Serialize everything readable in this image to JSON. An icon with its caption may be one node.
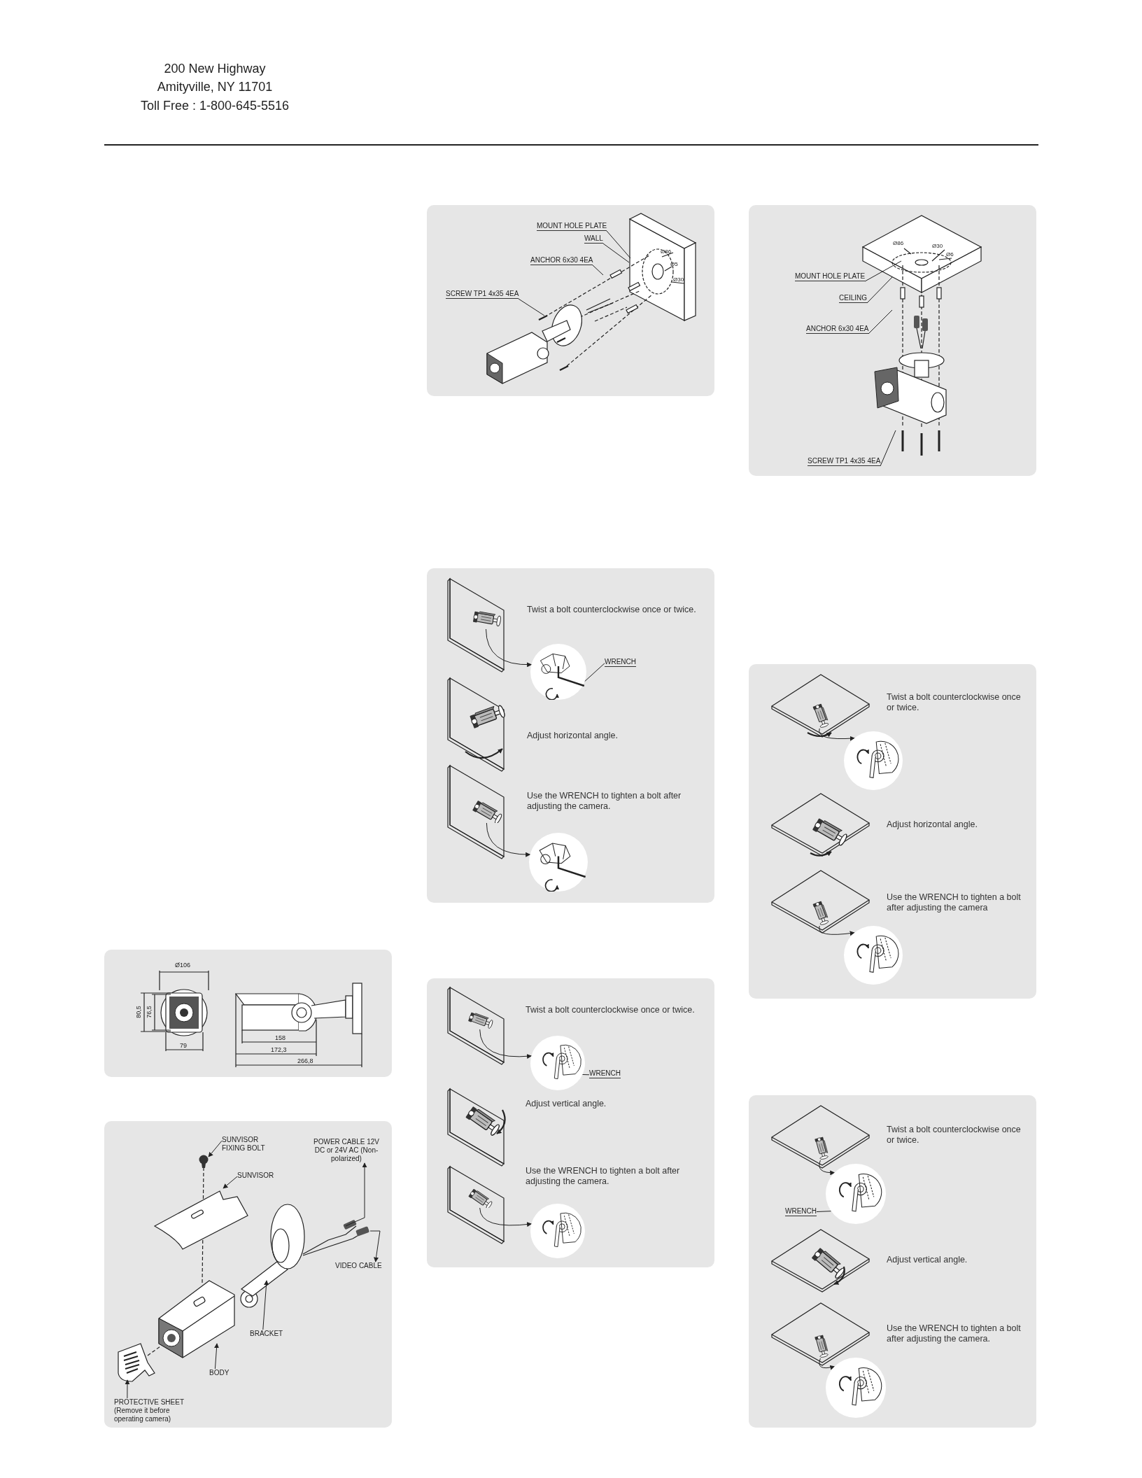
{
  "diagram": {
    "nodes": [
      {
        "text": [],
        "shape": "box"
      },
      {
        "text": [],
        "shape": "box"
      },
      {
        "text": [
          "SUNVISOR FIXING BOLT"
        ],
        "in": 1
      },
      {
        "text": [
          "SUNVISOR"
        ],
        "in": 1
      },
      {
        "text": [
          "POWER CABLE 12V DC or 24V AC (Non-polarized)"
        ],
        "in": 1
      },
      {
        "text": [
          "VIDEO CABLE"
        ],
        "in": 1
      },
      {
        "text": [
          "BRACKET"
        ],
        "in": 1
      },
      {
        "text": [
          "BODY"
        ],
        "in": 1
      },
      {
        "text": [
          "PROTECTIVE SHEET (Remove it before operating camera)"
        ],
        "in": 1
      },
      {
        "text": [],
        "shape": "box"
      },
      {
        "text": [
          "MOUNT HOLE PLATE"
        ],
        "in": 9
      },
      {
        "text": [
          "WALL"
        ],
        "in": 9
      },
      {
        "text": [
          "ANCHOR 6x30 4EA"
        ],
        "in": 9
      },
      {
        "text": [
          "SCREW TP1 4x35 4EA"
        ],
        "in": 9
      },
      {
        "text": [
          "Twist a bolt counterclockwise once or twice.",
          "Adjust horizontal angle.",
          "Use the WRENCH to tighten a bolt after adjusting the camera."
        ]
      },
      {
        "text": [],
        "shape": "picture",
        "in": 14
      },
      {
        "text": [],
        "shape": "circle",
        "in": 14
      },
      {
        "text": [
          "WRENCH"
        ],
        "in": 14
      },
      {
        "text": [],
        "shape": "picture",
        "in": 14
      },
      {
        "text": [],
        "shape": "circle",
        "in": 14
      },
      {
        "text": [
          "Twist a bolt counterclockwise once or twice.",
          "Adjust vertical angle.",
          "Use the WRENCH to tighten a bolt after adjusting the camera."
        ]
      },
      {
        "text": [],
        "shape": "picture",
        "in": 20
      },
      {
        "text": [],
        "shape": "circle",
        "in": 20
      },
      {
        "text": [
          "WRENCH"
        ],
        "in": 20
      },
      {
        "text": [],
        "shape": "picture",
        "in": 20
      },
      {
        "text": [],
        "shape": "circle",
        "in": 20
      },
      {
        "text": [],
        "shape": "box"
      },
      {
        "text": [
          "MOUNT HOLE PLATE"
        ],
        "in": 26
      },
      {
        "text": [
          "CEILING"
        ],
        "in": 26
      },
      {
        "text": [
          "ANCHOR 6x30 4EA"
        ],
        "in": 26
      },
      {
        "text": [
          "SCREW TP1 4x35 4EA"
        ],
        "in": 26
      },
      {
        "text": [
          "Twist a bolt counterclockwise once or twice.",
          "Adjust horizontal angle.",
          "Use the WRENCH to tighten a bolt after adjusting the camera"
        ]
      },
      {
        "text": [],
        "shape": "picture",
        "in": 31
      },
      {
        "text": [],
        "shape": "circle",
        "in": 31
      },
      {
        "text": [],
        "shape": "picture",
        "in": 31
      },
      {
        "text": [],
        "shape": "circle",
        "in": 31
      },
      {
        "text": [
          "Twist a bolt counterclockwise once or twice.",
          "Adjust vertical angle.",
          "Use the WRENCH to tighten a bolt after adjusting the camera."
        ]
      },
      {
        "text": [],
        "shape": "picture",
        "in": 36
      },
      {
        "text": [],
        "shape": "circle",
        "in": 36
      },
      {
        "text": [
          "WRENCH"
        ],
        "in": 36
      },
      {
        "text": [],
        "shape": "picture",
        "in": 36
      },
      {
        "text": [],
        "shape": "circle",
        "in": 36
      },
      {
        "text": [],
        "shape": "circle",
        "in": 1
      }
    ],
    "edges": [
      {
        "from": 2,
        "to": 42,
        "arrow": "to"
      },
      {
        "from": 3,
        "to": null,
        "arrow": "to"
      },
      {
        "from": null,
        "to": 4,
        "arrow": "to"
      },
      {
        "from": null,
        "to": 5,
        "arrow": "to"
      },
      {
        "from": 6,
        "to": null,
        "arrow": "to"
      },
      {
        "from": 7,
        "to": null,
        "arrow": "to"
      },
      {
        "from": 8,
        "to": null,
        "arrow": "to"
      },
      {
        "from": 10,
        "to": null,
        "arrow": "none"
      },
      {
        "from": 11,
        "to": null,
        "arrow": "none"
      },
      {
        "from": 12,
        "to": null,
        "arrow": "none"
      },
      {
        "from": 13,
        "to": null,
        "arrow": "none"
      },
      {
        "from": 15,
        "to": 16,
        "arrow": "to"
      },
      {
        "from": 17,
        "to": 16,
        "arrow": "none"
      },
      {
        "from": 18,
        "to": 19,
        "arrow": "to"
      },
      {
        "from": 21,
        "to": 22,
        "arrow": "to"
      },
      {
        "from": 23,
        "to": 22,
        "arrow": "none"
      },
      {
        "from": 24,
        "to": 25,
        "arrow": "to"
      },
      {
        "from": 27,
        "to": null,
        "arrow": "none"
      },
      {
        "from": 28,
        "to": null,
        "arrow": "none"
      },
      {
        "from": 29,
        "to": null,
        "arrow": "none"
      },
      {
        "from": 30,
        "to": null,
        "arrow": "none"
      },
      {
        "from": 32,
        "to": 33,
        "arrow": "to"
      },
      {
        "from": 34,
        "to": 35,
        "arrow": "to"
      },
      {
        "from": 37,
        "to": 38,
        "arrow": "to"
      },
      {
        "from": 39,
        "to": 38,
        "arrow": "none"
      },
      {
        "from": 40,
        "to": 41,
        "arrow": "to"
      }
    ],
    "labels": [
      "200 New Highway",
      "Amityville, NY 11701",
      "Toll Free : 1-800-645-5516",
      "Ø106",
      "80,5",
      "76,5",
      "79",
      "158",
      "172,3",
      "266,8",
      "Ø86",
      "Ø5",
      "Ø30",
      "Ø86",
      "Ø30",
      "Ø6"
    ]
  }
}
